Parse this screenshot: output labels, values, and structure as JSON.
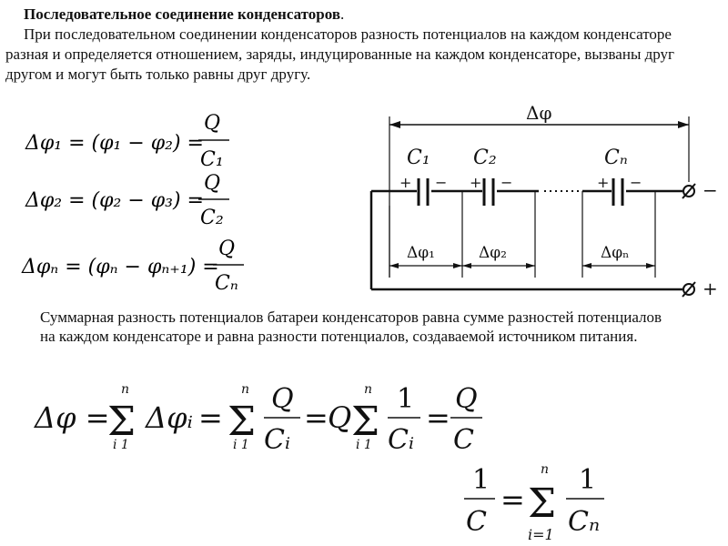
{
  "heading": {
    "title": "Последовательное соединение конденсаторов",
    "title_punct": "."
  },
  "intro_text": "При последовательном соединении конденсаторов разность потенциалов на каждом конденсаторе разная и определяется отношением, заряды, индуцированные на каждом конденсаторе, вызваны друг другом и могут быть только равны друг другу.",
  "middle_text": "Суммарная разность потенциалов батареи конденсаторов равна сумме разностей потенциалов на каждом конденсаторе и равна разности потенциалов, создаваемой источником питания.",
  "equations": {
    "eq1": {
      "lhs": "Δφ₁ = (φ₁ − φ₂) =",
      "num": "Q",
      "den": "C₁"
    },
    "eq2": {
      "lhs": "Δφ₂ = (φ₂ − φ₃) =",
      "num": "Q",
      "den": "C₂"
    },
    "eqn": {
      "lhs": "Δφₙ = (φₙ − φₙ₊₁) =",
      "num": "Q",
      "den": "Cₙ"
    },
    "sum": {
      "lhs": "Δφ =",
      "sigma": "Σ",
      "upper": "n",
      "lower": "i  1",
      "term1": "Δφᵢ",
      "eq": "=",
      "num_q": "Q",
      "den_ci": "Cᵢ",
      "q": "Q",
      "one": "1",
      "den_c": "C"
    },
    "recip": {
      "lhs_num": "1",
      "lhs_den": "C",
      "eq": "=",
      "sigma": "Σ",
      "upper": "n",
      "lower": "i=1",
      "num": "1",
      "den": "Cₙ"
    }
  },
  "circuit": {
    "total_label": "Δφ",
    "caps": [
      "C₁",
      "C₂",
      "Cₙ"
    ],
    "drops": [
      "Δφ₁",
      "Δφ₂",
      "Δφₙ"
    ],
    "plus": "+",
    "minus": "−",
    "dots": "......",
    "term_minus": "−",
    "term_plus": "+"
  }
}
